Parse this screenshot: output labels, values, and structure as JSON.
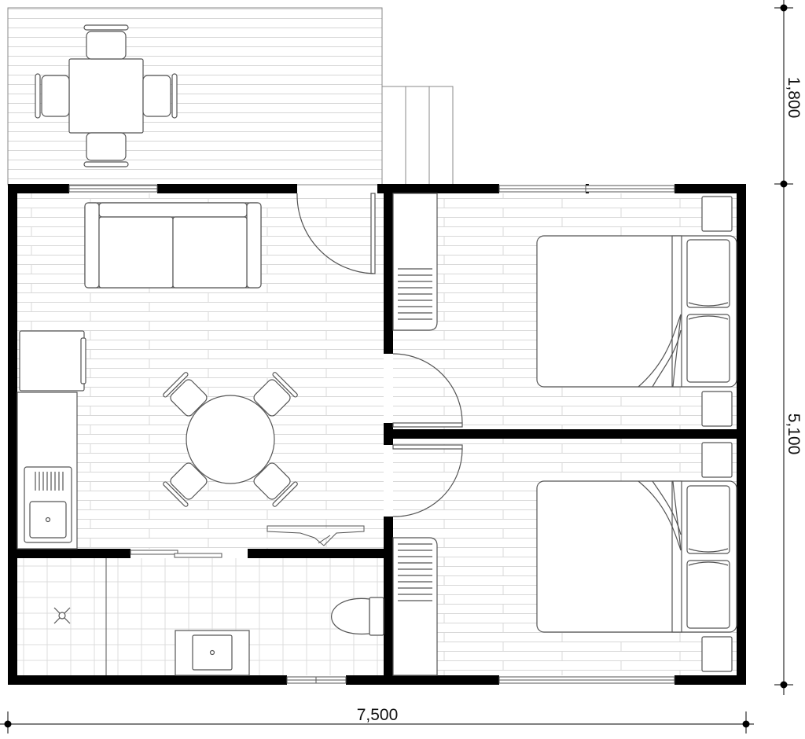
{
  "dimensions": {
    "bottom_width": "7,500",
    "right_top_depth": "1,800",
    "right_main_depth": "5,100"
  },
  "colors": {
    "wall": "#000000",
    "line": "#555555",
    "floor_pattern": "#d6d6d6",
    "background": "#ffffff"
  }
}
